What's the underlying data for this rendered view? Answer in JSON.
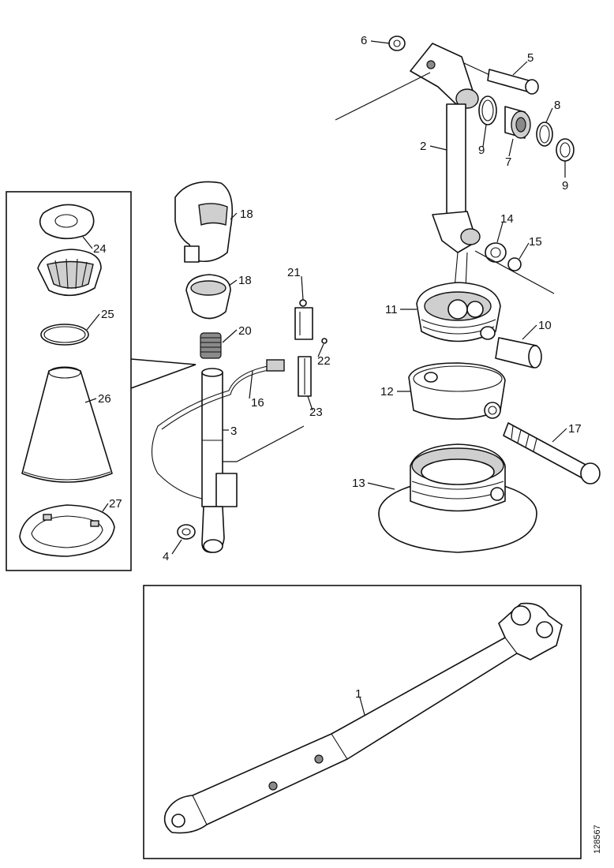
{
  "labels": {
    "p1": "1",
    "p2": "2",
    "p3": "3",
    "p4": "4",
    "p5": "5",
    "p6": "6",
    "p7": "7",
    "p8": "8",
    "p9a": "9",
    "p9b": "9",
    "p10": "10",
    "p11": "11",
    "p12": "12",
    "p13": "13",
    "p14": "14",
    "p15": "15",
    "p16": "16",
    "p17": "17",
    "p18a": "18",
    "p18b": "18",
    "p20": "20",
    "p21": "21",
    "p22": "22",
    "p23": "23",
    "p24": "24",
    "p25": "25",
    "p26": "26",
    "p27": "27"
  },
  "reference_code": "128567"
}
